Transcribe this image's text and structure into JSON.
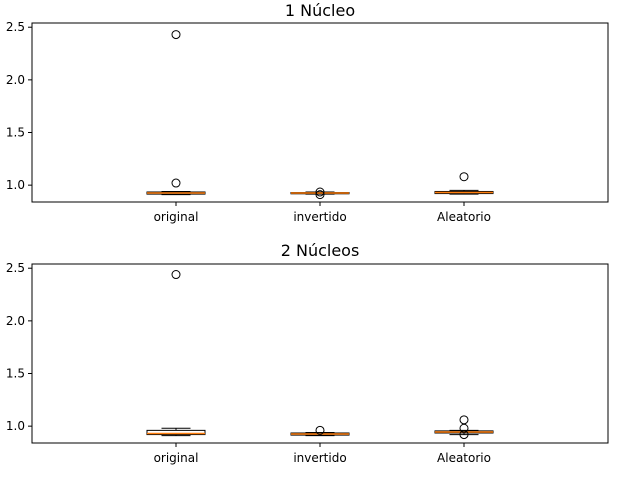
{
  "figure": {
    "colors": {
      "box": "#000000",
      "median": "#ff7f0e",
      "flier": "#000000",
      "axes": "#000000",
      "background": "#ffffff"
    }
  },
  "chart_data": [
    {
      "type": "box",
      "title": "1 Núcleo",
      "xlabel": "",
      "ylabel": "",
      "categories": [
        "original",
        "invertido",
        "Aleatorio"
      ],
      "ylim": [
        0.84,
        2.54
      ],
      "yticks": [
        "1.0",
        "1.5",
        "2.0",
        "2.5"
      ],
      "grid": false,
      "boxes": [
        {
          "category": "original",
          "whisker_low": 0.91,
          "q1": 0.915,
          "median": 0.925,
          "q3": 0.935,
          "whisker_high": 0.94,
          "fliers": [
            2.43,
            1.02
          ]
        },
        {
          "category": "invertido",
          "whisker_low": 0.915,
          "q1": 0.918,
          "median": 0.925,
          "q3": 0.93,
          "whisker_high": 0.935,
          "fliers": [
            0.935,
            0.91
          ]
        },
        {
          "category": "Aleatorio",
          "whisker_low": 0.915,
          "q1": 0.92,
          "median": 0.93,
          "q3": 0.94,
          "whisker_high": 0.95,
          "fliers": [
            1.08
          ]
        }
      ]
    },
    {
      "type": "box",
      "title": "2 Núcleos",
      "xlabel": "",
      "ylabel": "",
      "categories": [
        "original",
        "invertido",
        "Aleatorio"
      ],
      "ylim": [
        0.84,
        2.54
      ],
      "yticks": [
        "1.0",
        "1.5",
        "2.0",
        "2.5"
      ],
      "grid": false,
      "boxes": [
        {
          "category": "original",
          "whisker_low": 0.91,
          "q1": 0.92,
          "median": 0.93,
          "q3": 0.96,
          "whisker_high": 0.98,
          "fliers": [
            2.44
          ]
        },
        {
          "category": "invertido",
          "whisker_low": 0.91,
          "q1": 0.915,
          "median": 0.925,
          "q3": 0.935,
          "whisker_high": 0.94,
          "fliers": [
            0.96
          ]
        },
        {
          "category": "Aleatorio",
          "whisker_low": 0.92,
          "q1": 0.935,
          "median": 0.945,
          "q3": 0.955,
          "whisker_high": 0.96,
          "fliers": [
            1.06,
            0.98,
            0.92
          ]
        }
      ]
    }
  ]
}
